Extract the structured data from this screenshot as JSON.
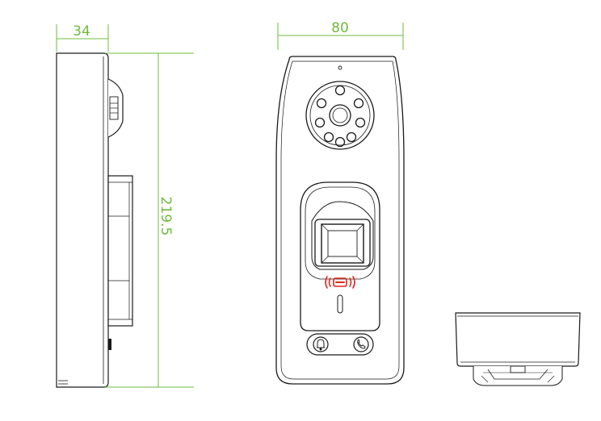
{
  "colors": {
    "dimension": "#6cbb3c",
    "outline": "#1a1a1a",
    "rfid": "#e0261b",
    "background": "#ffffff"
  },
  "dimensions": {
    "depth": "34",
    "width": "80",
    "height": "219.5"
  },
  "icons": {
    "rfid_symbol": "rfid-waves-icon",
    "bell_button": "bell-icon",
    "call_button": "phone-icon"
  }
}
